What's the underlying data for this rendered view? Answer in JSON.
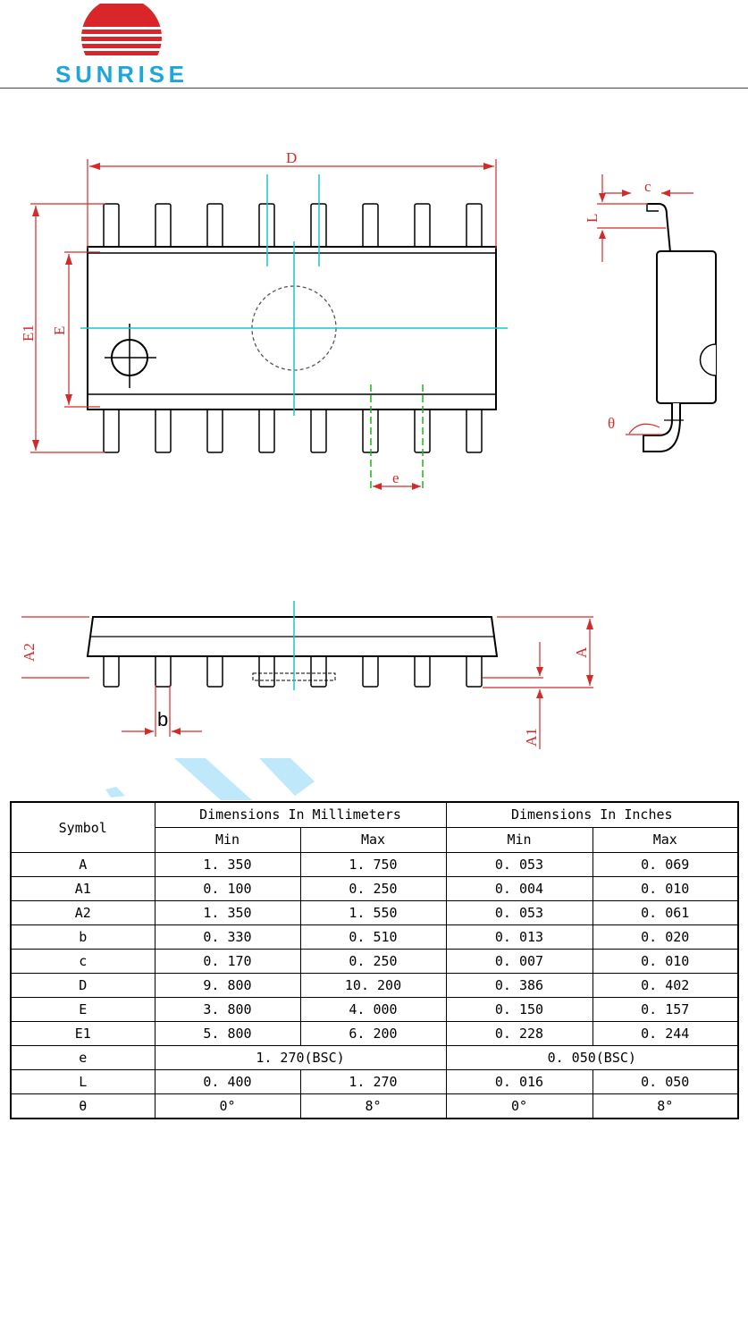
{
  "brand": {
    "name": "SUNRISE",
    "colors": {
      "sun": "#d9262b",
      "text": "#1ea5d9"
    }
  },
  "drawing": {
    "labels": {
      "D": "D",
      "E1": "E1",
      "E": "E",
      "e": "e",
      "c": "c",
      "L": "L",
      "theta": "θ",
      "A2": "A2",
      "A": "A",
      "A1": "A1",
      "b": "b"
    },
    "pin_count_per_side": 8,
    "colors": {
      "dimension": "#d32a2a",
      "centerline": "#19c6d1",
      "pin_pitch": "#1fb51f",
      "outline": "#000000"
    }
  },
  "table": {
    "headers": {
      "symbol": "Symbol",
      "mm_group": "Dimensions In Millimeters",
      "in_group": "Dimensions In Inches",
      "min": "Min",
      "max": "Max"
    },
    "rows": [
      {
        "symbol": "A",
        "mm_min": "1. 350",
        "mm_max": "1. 750",
        "in_min": "0. 053",
        "in_max": "0. 069"
      },
      {
        "symbol": "A1",
        "mm_min": "0. 100",
        "mm_max": "0. 250",
        "in_min": "0. 004",
        "in_max": "0. 010"
      },
      {
        "symbol": "A2",
        "mm_min": "1. 350",
        "mm_max": "1. 550",
        "in_min": "0. 053",
        "in_max": "0. 061"
      },
      {
        "symbol": "b",
        "mm_min": "0. 330",
        "mm_max": "0. 510",
        "in_min": "0. 013",
        "in_max": "0. 020"
      },
      {
        "symbol": "c",
        "mm_min": "0. 170",
        "mm_max": "0. 250",
        "in_min": "0. 007",
        "in_max": "0. 010"
      },
      {
        "symbol": "D",
        "mm_min": "9. 800",
        "mm_max": "10. 200",
        "in_min": "0. 386",
        "in_max": "0. 402"
      },
      {
        "symbol": "E",
        "mm_min": "3. 800",
        "mm_max": "4. 000",
        "in_min": "0. 150",
        "in_max": "0. 157"
      },
      {
        "symbol": "E1",
        "mm_min": "5. 800",
        "mm_max": "6. 200",
        "in_min": "0. 228",
        "in_max": "0. 244"
      },
      {
        "symbol": "e",
        "mm_span": "1. 270(BSC)",
        "in_span": "0. 050(BSC)"
      },
      {
        "symbol": "L",
        "mm_min": "0. 400",
        "mm_max": "1. 270",
        "in_min": "0. 016",
        "in_max": "0. 050"
      },
      {
        "symbol": "θ",
        "mm_min": "0°",
        "mm_max": "8°",
        "in_min": "0°",
        "in_max": "8°"
      }
    ]
  }
}
